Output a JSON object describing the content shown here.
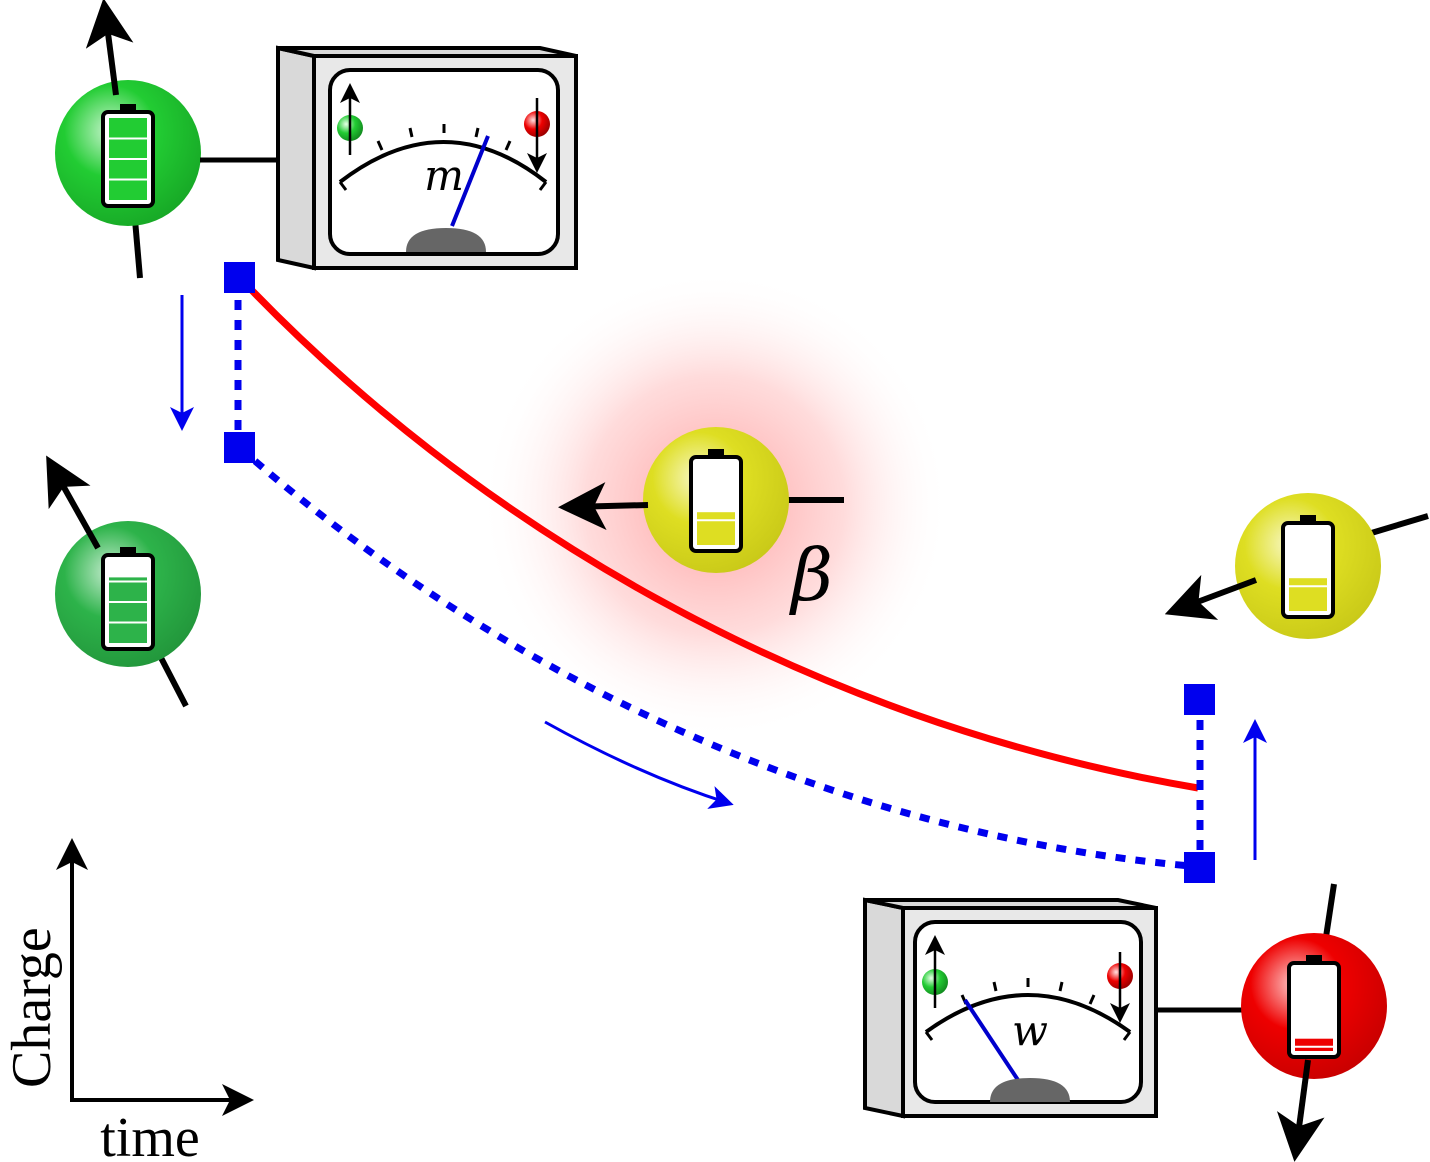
{
  "labels": {
    "meter_top_symbol": "m",
    "meter_bottom_symbol": "w",
    "bath_symbol": "β",
    "axis_y": "Charge",
    "axis_x": "time"
  },
  "colors": {
    "protocol_curve": "#ff0000",
    "relaxation_curve": "#0000ee",
    "marker": "#0000ee",
    "spin_full": "#22cc33",
    "spin_partial": "#2db34a",
    "spin_half": "#dede22",
    "spin_empty": "#ee0000",
    "bath_glow": "#ff8080",
    "needle": "#0000cc"
  },
  "battery_levels": {
    "spin_top_left": 1.0,
    "spin_mid_left": 0.8,
    "spin_bath": 0.4,
    "spin_right_yellow": 0.4,
    "spin_bottom_right": 0.15
  },
  "icons": {
    "spin": "spin-sphere-icon",
    "battery": "battery-icon",
    "meter": "analog-meter-icon",
    "arrow": "arrow-icon"
  }
}
